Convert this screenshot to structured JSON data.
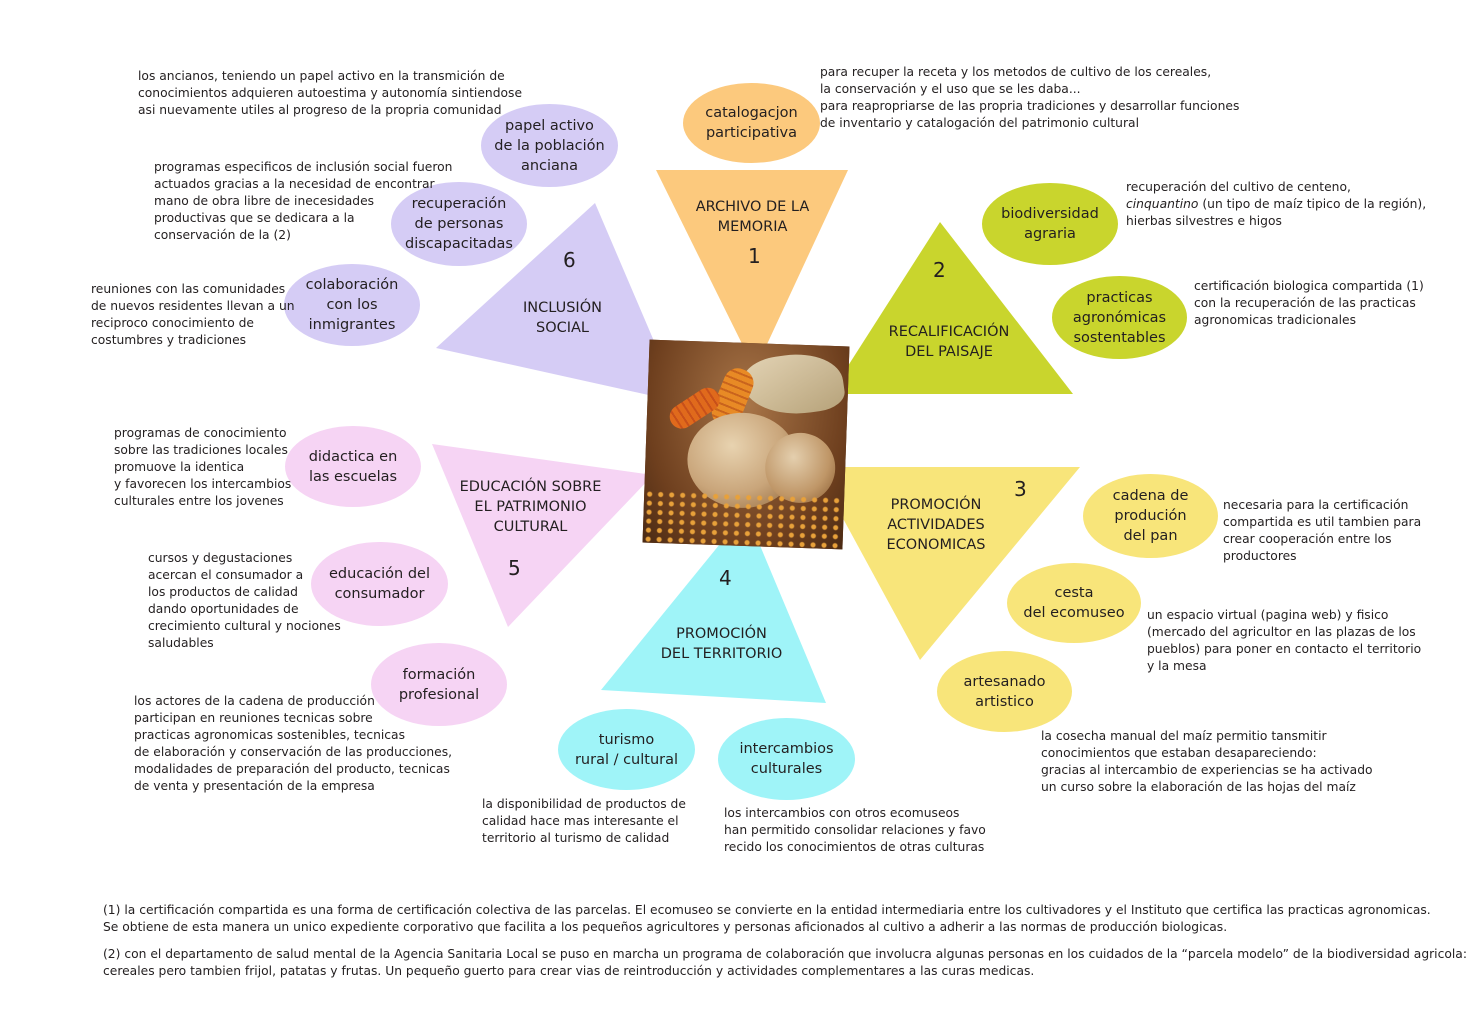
{
  "colors": {
    "orange": "#fcc97d",
    "green": "#c9d52d",
    "yellow": "#f8e57a",
    "cyan": "#9ff4f8",
    "pink": "#f6d4f4",
    "lavender": "#d5ccf5"
  },
  "photo": {
    "description_icon": "bread-and-corn-photo"
  },
  "sections": {
    "s1": {
      "number": "1",
      "title": [
        "ARCHIVO DE LA",
        "MEMORIA"
      ]
    },
    "s2": {
      "number": "2",
      "title": [
        "RECALIFICACIÓN",
        "DEL PAISAJE"
      ]
    },
    "s3": {
      "number": "3",
      "title": [
        "PROMOCIÓN",
        "ACTIVIDADES",
        "ECONOMICAS"
      ]
    },
    "s4": {
      "number": "4",
      "title": [
        "PROMOCIÓN",
        "DEL TERRITORIO"
      ]
    },
    "s5": {
      "number": "5",
      "title": [
        "EDUCACIÓN SOBRE",
        "EL PATRIMONIO",
        "CULTURAL"
      ]
    },
    "s6": {
      "number": "6",
      "title": [
        "INCLUSIÓN",
        "SOCIAL"
      ]
    }
  },
  "bubbles": {
    "catalogacion": [
      "catalogacjon",
      "participativa"
    ],
    "biodiversidad": [
      "biodiversidad",
      "agraria"
    ],
    "practicas": [
      "practicas",
      "agronómicas",
      "sostentables"
    ],
    "cadena": [
      "cadena de",
      "produción",
      "del pan"
    ],
    "cesta": [
      "cesta",
      "del ecomuseo"
    ],
    "artesanado": [
      "artesanado",
      "artistico"
    ],
    "turismo": [
      "turismo",
      "rural / cultural"
    ],
    "intercambios": [
      "intercambios",
      "culturales"
    ],
    "didactica": [
      "didactica en",
      "las escuelas"
    ],
    "educacion_consumidor": [
      "educación del",
      "consumador"
    ],
    "formacion": [
      "formación",
      "profesional"
    ],
    "papel": [
      "papel activo",
      "de la población",
      "anciana"
    ],
    "recuperacion": [
      "recuperación",
      "de personas",
      "discapacitadas"
    ],
    "colaboracion": [
      "colaboración",
      "con los",
      "inmigrantes"
    ]
  },
  "notes": {
    "catalogacion": [
      "para recuper la receta y los metodos de cultivo de los cereales,",
      "la conservación y el uso que se les daba...",
      "para reapropriarse de las propria tradiciones y desarrollar funciones",
      "de inventario y catalogación del patrimonio cultural"
    ],
    "biodiversidad": [
      "recuperación del cultivo de centeno,",
      "cinquantino",
      " (un tipo de maíz tipico de la región),",
      "hierbas silvestres e higos"
    ],
    "practicas": [
      "certificación biologica compartida (1)",
      "con la recuperación de las practicas",
      "agronomicas tradicionales"
    ],
    "cadena": [
      "necesaria para la certificación",
      "compartida es util tambien para",
      "crear cooperación entre los",
      "productores"
    ],
    "cesta": [
      "un espacio virtual (pagina web) y fisico",
      "(mercado del agricultor en las plazas de los",
      "pueblos) para poner en contacto el territorio",
      "y la mesa"
    ],
    "artesanado": [
      "la cosecha manual del maíz permitio tansmitir",
      "conocimientos que estaban desapareciendo:",
      "gracias al intercambio de experiencias se ha activado",
      "un curso sobre la elaboración de las hojas del maíz"
    ],
    "turismo": [
      "la disponibilidad de productos de",
      "calidad hace mas interesante el",
      "territorio al turismo de calidad"
    ],
    "intercambios": [
      "los intercambios con otros ecomuseos",
      "han permitido consolidar relaciones y favo",
      "recido los conocimientos de otras culturas"
    ],
    "didactica": [
      "programas de conocimiento",
      "sobre las tradiciones locales",
      "promuove la identica",
      "y favorecen los intercambios",
      "culturales entre los jovenes"
    ],
    "educacion_consumidor": [
      "cursos y degustaciones",
      "acercan el consumador a",
      "los productos de calidad",
      "dando oportunidades de",
      "crecimiento cultural y nociones",
      "saludables"
    ],
    "formacion": [
      "los actores de la cadena de producción",
      "participan en reuniones tecnicas sobre",
      "practicas agronomicas sostenibles, tecnicas",
      "de elaboración y conservación de las producciones,",
      "modalidades de preparación del producto, tecnicas",
      "de venta y presentación de la empresa"
    ],
    "papel": [
      "los ancianos, teniendo un papel activo en la transmición de",
      "conocimientos adquieren autoestima y autonomía sintiendose",
      "asi nuevamente utiles al progreso de la propria comunidad"
    ],
    "recuperacion": [
      "programas especificos de inclusión social fueron",
      "actuados gracias a la necesidad de encontrar",
      "mano de obra libre de inecesidades",
      "productivas que se dedicara a la",
      "conservación de la (2)"
    ],
    "colaboracion": [
      "reuniones con las comunidades",
      "de nuevos residentes llevan a un",
      "reciproco conocimiento de",
      "costumbres y tradiciones"
    ]
  },
  "footnotes": {
    "f1": [
      "(1) la certificación compartida es una forma de certificación colectiva de las parcelas. El ecomuseo se convierte en la entidad intermediaria entre los cultivadores y el Instituto que certifica las practicas agronomicas.",
      "Se obtiene de esta manera un unico expediente corporativo que facilita a los pequeños agricultores y personas aficionados al cultivo a adherir a las normas de producción biologicas."
    ],
    "f2": [
      "(2) con el departamento de salud mental de la Agencia Sanitaria Local se puso en marcha un programa de colaboración que involucra algunas personas en los cuidados de la “parcela modelo” de la biodiversidad agricola:",
      "cereales pero tambien frijol, patatas y frutas. Un pequeño guerto para crear vias de reintroducción y actividades complementares a las curas medicas."
    ]
  }
}
